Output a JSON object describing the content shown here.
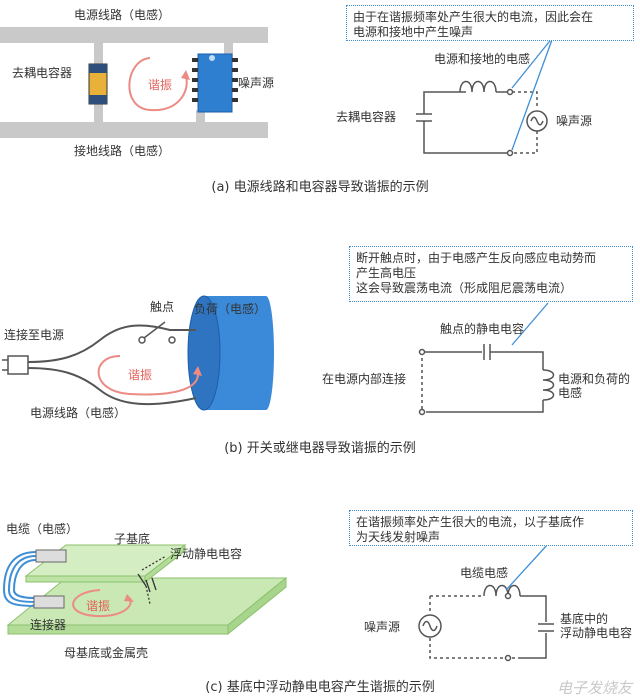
{
  "a": {
    "power_line": "电源线路（电感）",
    "ground_line": "接地线路（电感）",
    "decoupling_cap": "去耦电容器",
    "noise_source": "噪声源",
    "resonance": "谐振",
    "callout": [
      "由于在谐振频率处产生很大的电流，因此会在",
      "电源和接地中产生噪声"
    ],
    "power_ground_inductance": "电源和接地的电感",
    "circuit_cap": "去耦电容器",
    "circuit_noise": "噪声源",
    "caption": "(a)  电源线路和电容器导致谐振的示例"
  },
  "b": {
    "contact": "触点",
    "load": "负荷（电感）",
    "connect_power": "连接至电源",
    "resonance": "谐振",
    "power_line": "电源线路（电感）",
    "callout": [
      "断开触点时，由于电感产生反向感应电动势而",
      "产生高电压",
      "这会导致震荡电流（形成阻尼震荡电流）"
    ],
    "contact_cap": "触点的静电电容",
    "internal_connect": "在电源内部连接",
    "power_load_inductance": [
      "电源和负荷的",
      "电感"
    ],
    "caption": "(b)  开关或继电器导致谐振的示例"
  },
  "c": {
    "cable": "电缆（电感）",
    "sub_board": "子基底",
    "float_cap": "浮动静电电容",
    "resonance": "谐振",
    "connector": "连接器",
    "mother_board": "母基底或金属壳",
    "callout": [
      "在谐振频率处产生很大的电流，以子基底作",
      "为天线发射噪声"
    ],
    "cable_inductance": "电缆电感",
    "noise_source": "噪声源",
    "board_float_cap": [
      "基底中的",
      "浮动静电电容"
    ],
    "caption": "(c)  基底中浮动静电电容产生谐振的示例"
  },
  "watermark": "电子发烧友",
  "colors": {
    "accent": "#3f8fd6",
    "resonance": "#e2635b",
    "board": "#c9e8b4",
    "load": "#3b8ad9",
    "wire": "#555555"
  }
}
